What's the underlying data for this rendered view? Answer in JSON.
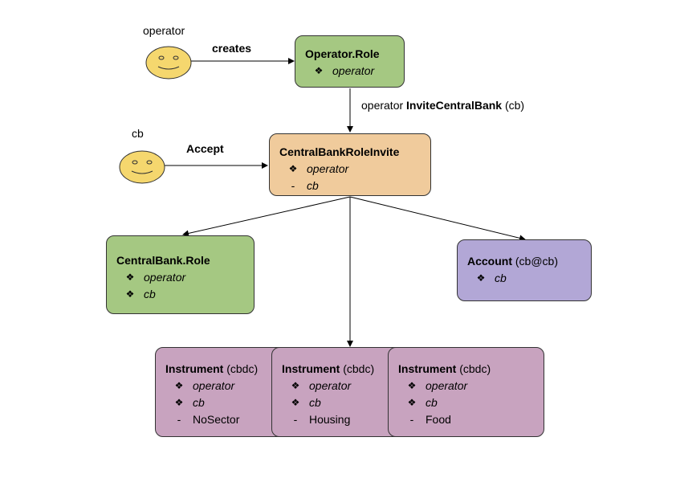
{
  "actors": {
    "operator": "operator",
    "cb": "cb"
  },
  "edges": {
    "creates": "creates",
    "accept": "Accept",
    "invite_prefix": "operator",
    "invite_action": "InviteCentralBank",
    "invite_suffix": "(cb)"
  },
  "bullet_glyph": "❖",
  "dash_glyph": "-",
  "operator_role": {
    "title": "Operator.Role",
    "items": [
      "operator"
    ]
  },
  "cb_invite": {
    "title": "CentralBankRoleInvite",
    "bullet_items": [
      "operator"
    ],
    "dash_items": [
      "cb"
    ]
  },
  "cb_role": {
    "title": "CentralBank.Role",
    "items": [
      "operator",
      "cb"
    ]
  },
  "account": {
    "title": "Account",
    "suffix": "(cb@cb)",
    "items": [
      "cb"
    ]
  },
  "instruments": [
    {
      "title": "Instrument",
      "suffix": "(cbdc)",
      "items": [
        "operator",
        "cb"
      ],
      "sector": "NoSector"
    },
    {
      "title": "Instrument",
      "suffix": "(cbdc)",
      "items": [
        "operator",
        "cb"
      ],
      "sector": "Housing"
    },
    {
      "title": "Instrument",
      "suffix": "(cbdc)",
      "items": [
        "operator",
        "cb"
      ],
      "sector": "Food"
    }
  ],
  "colors": {
    "green": "#a5c882",
    "orange": "#f0cb9c",
    "purple": "#b2a7d6",
    "pink": "#c8a3bf",
    "face": "#f5d76e"
  }
}
